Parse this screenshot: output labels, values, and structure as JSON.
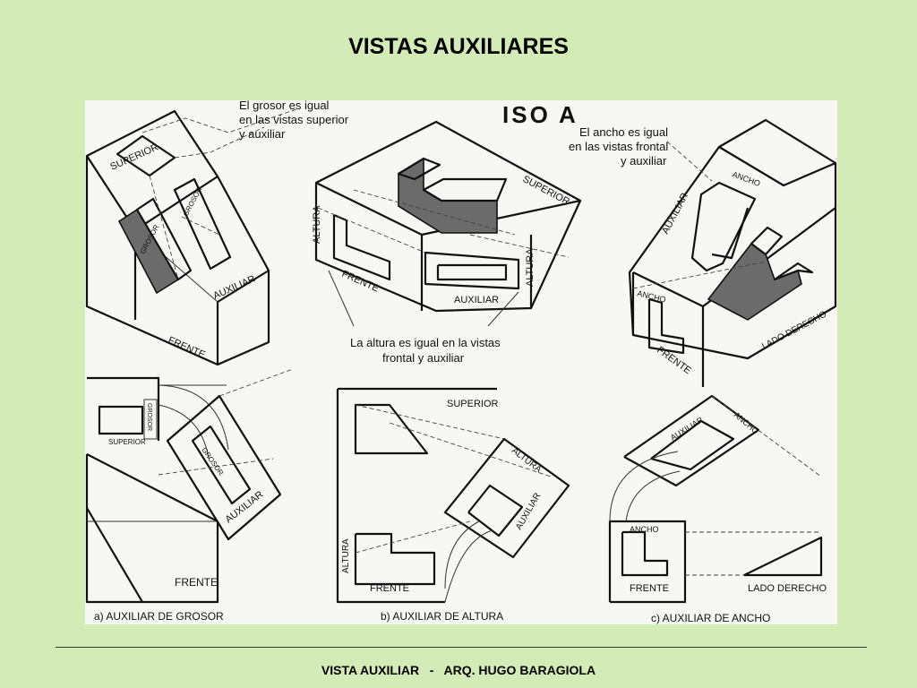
{
  "slide": {
    "title": "VISTAS AUXILIARES",
    "footer": "VISTA AUXILIAR   -   ARQ. HUGO BARAGIOLA"
  },
  "diagram": {
    "iso_label": "ISO A",
    "notes": {
      "grosor_l1": "El grosor es igual",
      "grosor_l2": "en las vistas superior",
      "grosor_l3": "y auxiliar",
      "ancho_l1": "El ancho es igual",
      "ancho_l2": "en las vistas frontal",
      "ancho_l3": "y auxiliar",
      "altura_l1": "La altura es igual en la vistas",
      "altura_l2": "frontal y auxiliar"
    },
    "view_labels": {
      "superior": "SUPERIOR",
      "frente": "FRENTE",
      "auxiliar": "AUXILIAR",
      "grosor": "GROSOR",
      "altura": "ALTURA",
      "ancho": "ANCHO",
      "lado_derecho": "LADO DERECHO"
    },
    "captions": {
      "a": "a) AUXILIAR DE GROSOR",
      "b": "b) AUXILIAR DE ALTURA",
      "c": "c) AUXILIAR DE ANCHO"
    }
  }
}
